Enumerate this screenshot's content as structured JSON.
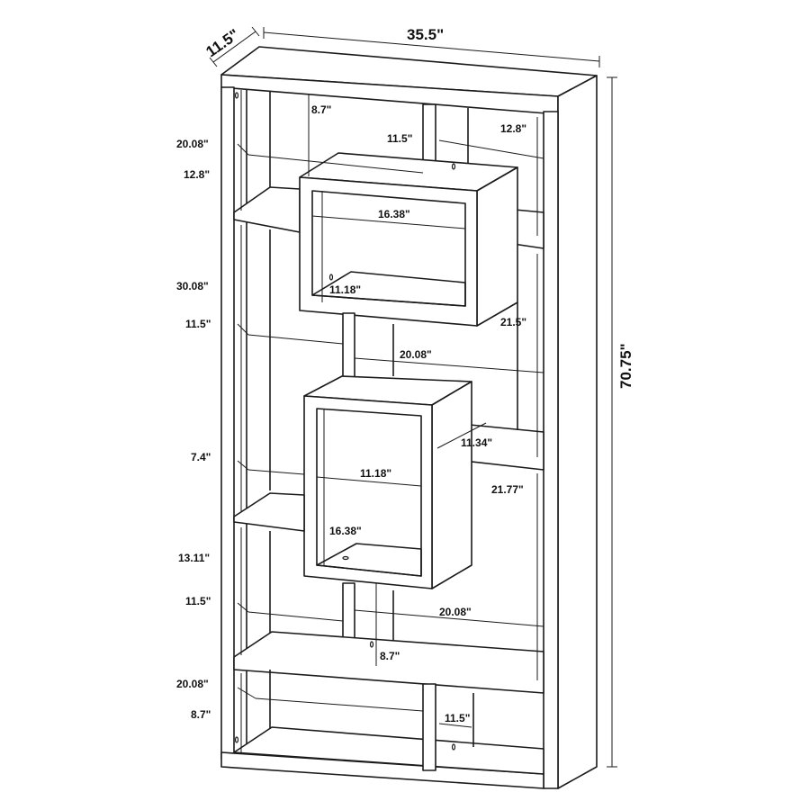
{
  "overall": {
    "depth": "11.5\"",
    "width": "35.5\"",
    "height": "70.75\""
  },
  "labels": {
    "top_cell_height": "8.7\"",
    "top_right_depth": "11.5\"",
    "top_right_height": "12.8\"",
    "left_top_width": "20.08\"",
    "left_top_height": "12.8\"",
    "upper_box_width": "16.38\"",
    "upper_box_height": "11.18\"",
    "left_mid_height": "30.08\"",
    "left_mid_depth": "11.5\"",
    "right_mid_height": "21.5\"",
    "center_width": "20.08\"",
    "right_shelf_depth": "11.34\"",
    "left_shelf_depth": "7.4\"",
    "lower_box_width": "11.18\"",
    "right_lower_height": "21.77\"",
    "lower_box_height": "16.38\"",
    "left_lower_height": "13.11\"",
    "left_lower_depth": "11.5\"",
    "lower_width": "20.08\"",
    "lower_cell_height": "8.7\"",
    "bottom_width": "20.08\"",
    "bottom_height": "8.7\"",
    "bottom_right_depth": "11.5\""
  }
}
